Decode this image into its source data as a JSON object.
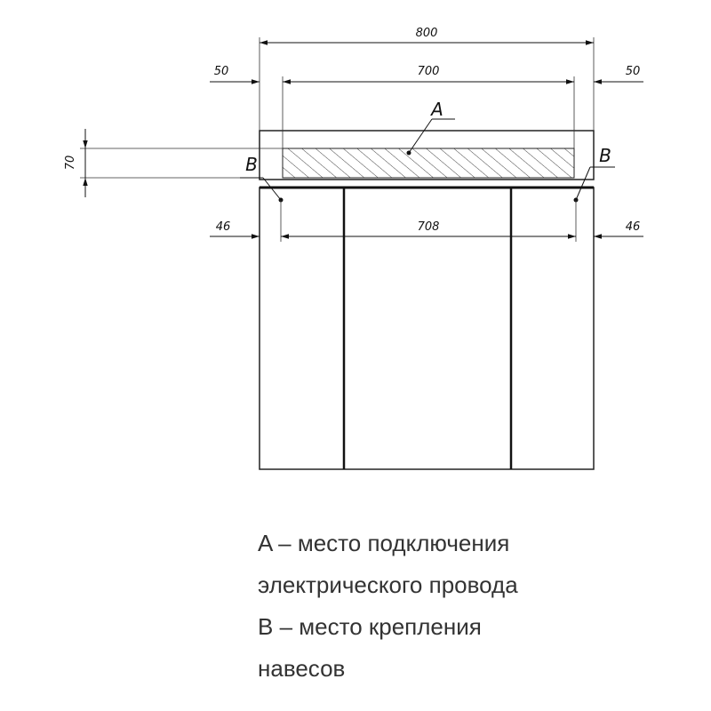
{
  "dimensions": {
    "overall_width": "800",
    "left_margin_top": "50",
    "mid_width_top": "700",
    "right_margin_top": "50",
    "height_side": "70",
    "left_margin_bottom": "46",
    "mid_width_bottom": "708",
    "right_margin_bottom": "46"
  },
  "markers": {
    "a": "A",
    "b_left": "B",
    "b_right": "B"
  },
  "legend": {
    "line1": "A – место подключения",
    "line2": "электрического провода",
    "line3": "B – место крепления",
    "line4": "навесов"
  }
}
